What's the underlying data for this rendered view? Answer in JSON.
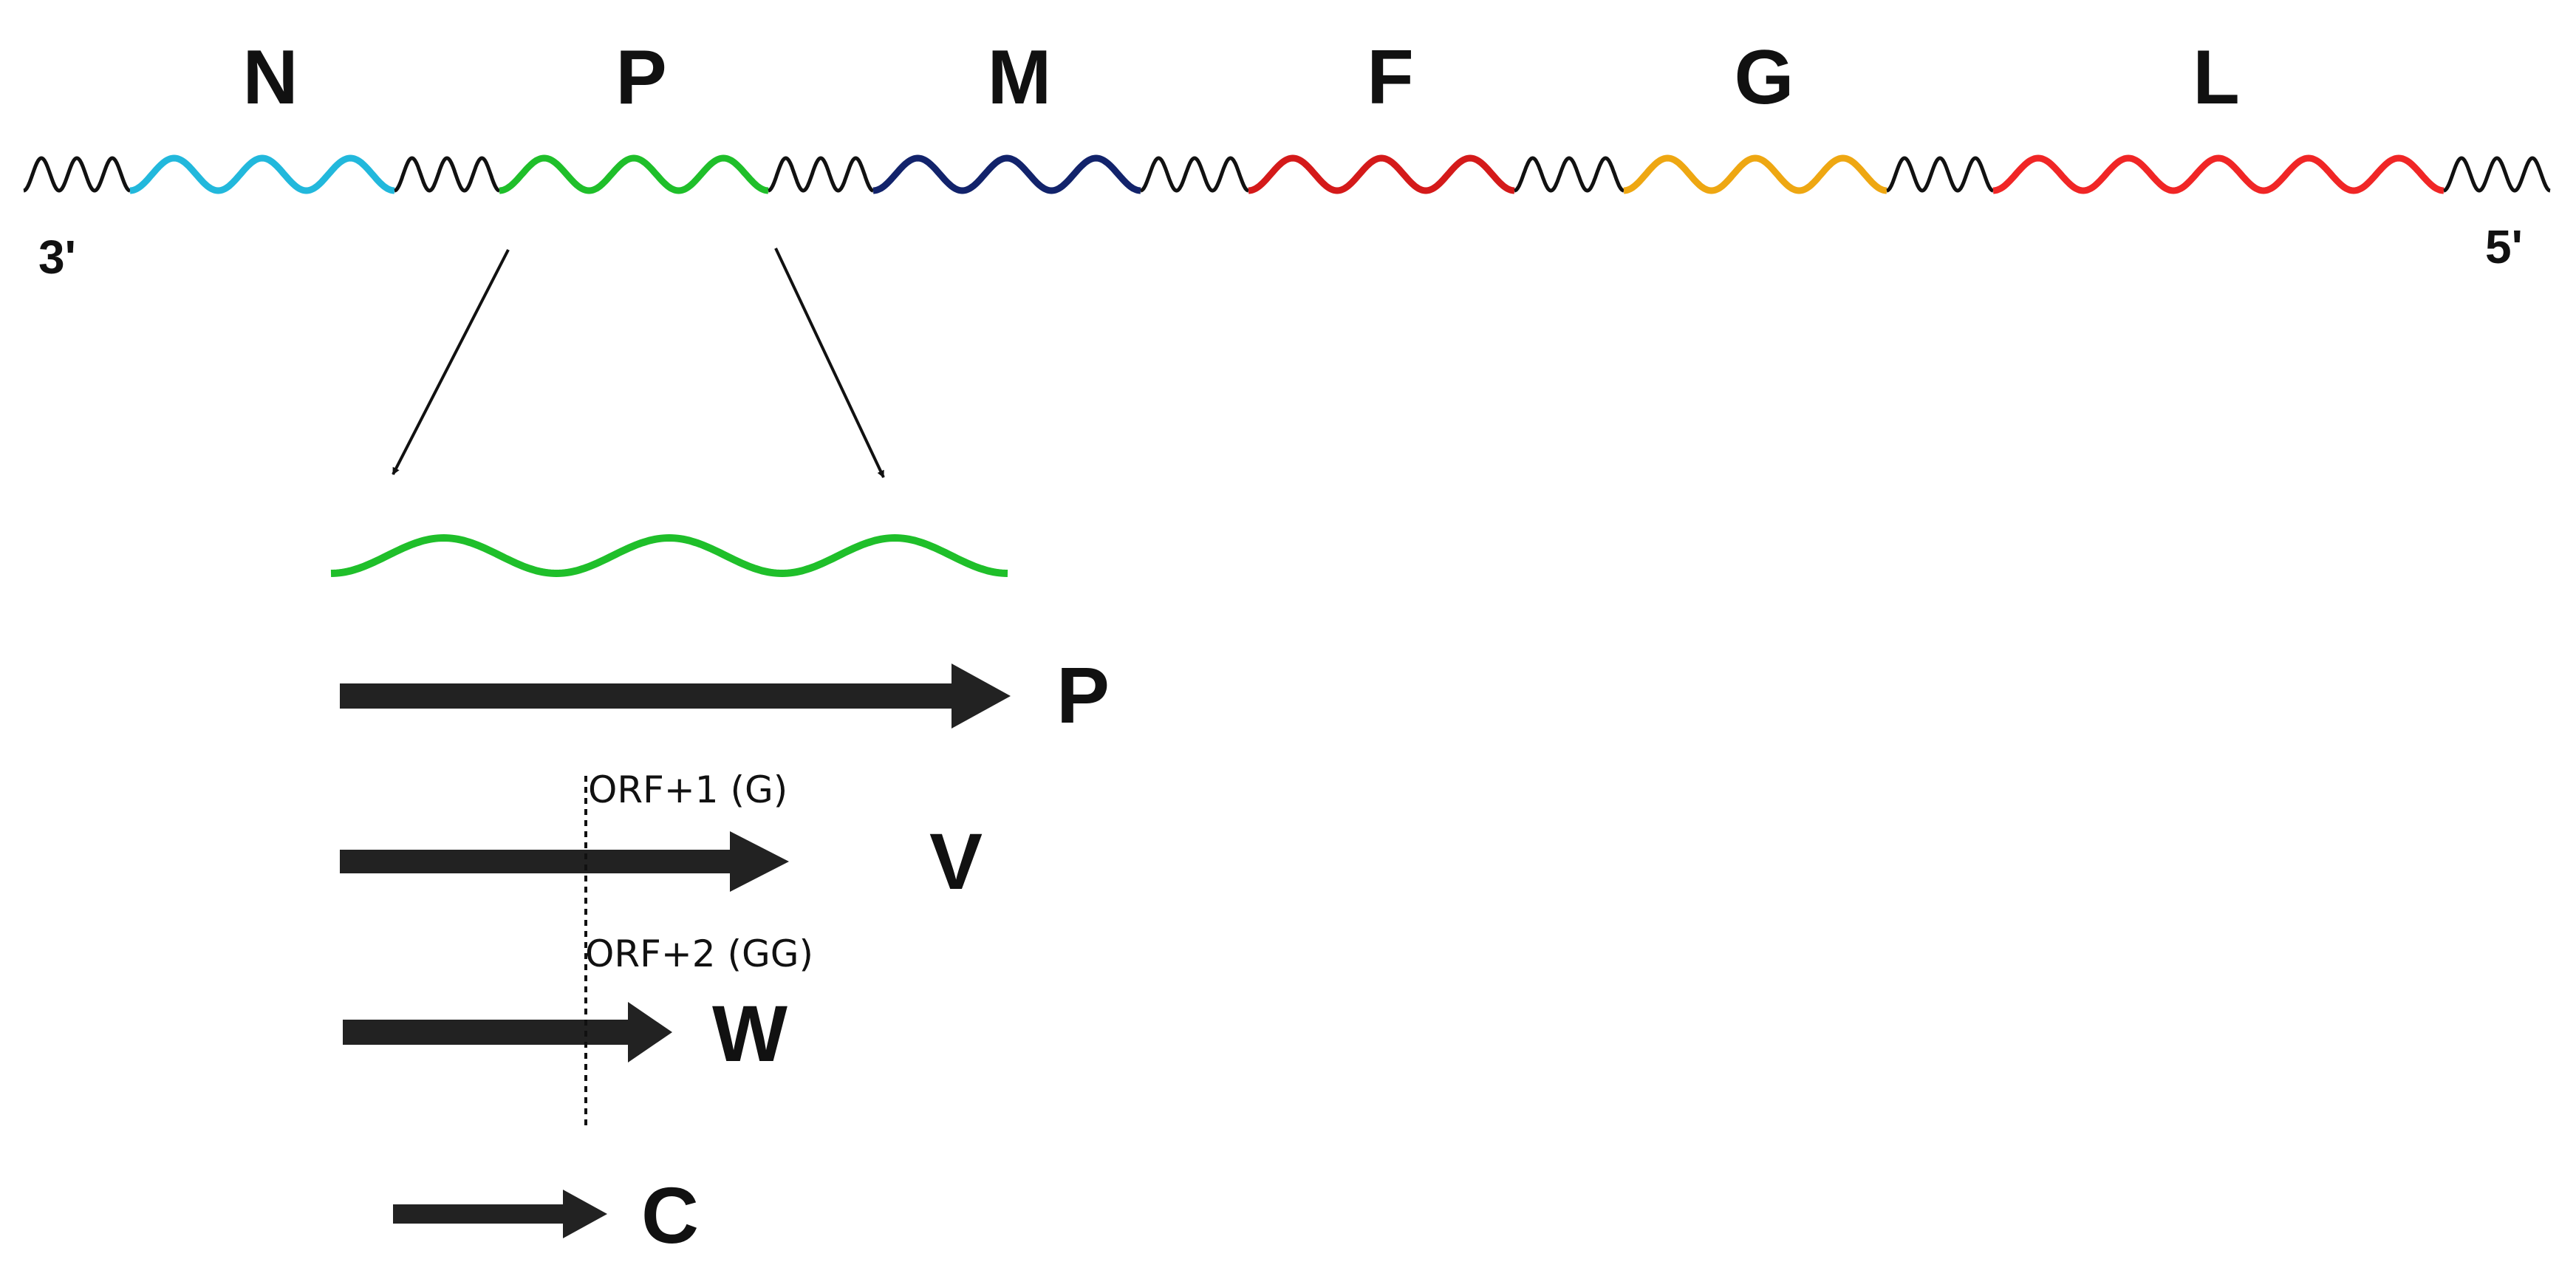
{
  "genome": {
    "end_3": "3'",
    "end_5": "5'",
    "genes": [
      {
        "name": "N",
        "color": "#22b8dc"
      },
      {
        "name": "P",
        "color": "#1fbf2a"
      },
      {
        "name": "M",
        "color": "#12236b"
      },
      {
        "name": "F",
        "color": "#d41a1a"
      },
      {
        "name": "G",
        "color": "#eea712"
      },
      {
        "name": "L",
        "color": "#f02626"
      }
    ],
    "spacer_color": "#111111"
  },
  "p_gene_expanded": {
    "color": "#1fbf2a"
  },
  "products": [
    {
      "label": "P"
    },
    {
      "label": "V",
      "orf_note": "ORF+1 (G)"
    },
    {
      "label": "W",
      "orf_note": "ORF+2 (GG)"
    },
    {
      "label": "C"
    }
  ]
}
